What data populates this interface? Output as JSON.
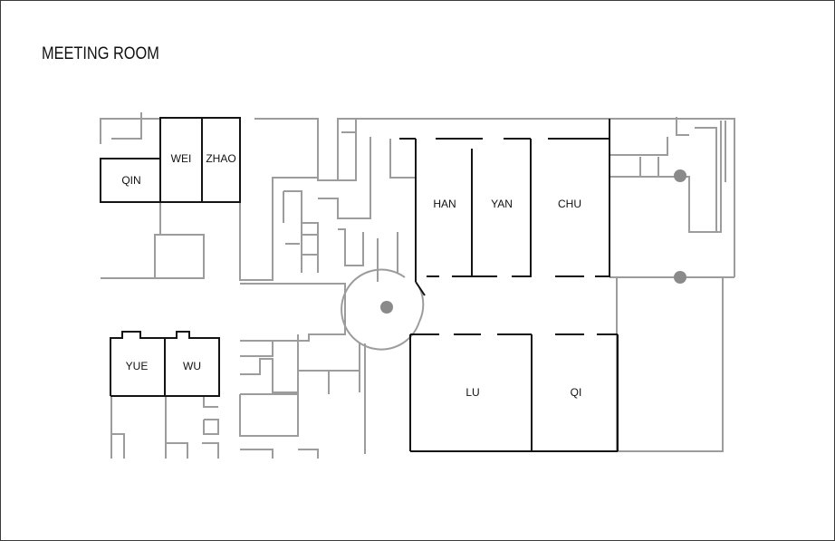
{
  "title": "MEETING ROOM",
  "rooms": {
    "qin": "QIN",
    "wei": "WEI",
    "zhao": "ZHAO",
    "han": "HAN",
    "yan": "YAN",
    "chu": "CHU",
    "yue": "YUE",
    "wu": "WU",
    "lu": "LU",
    "qi": "QI"
  },
  "colors": {
    "room_outline": "#141414",
    "wall": "#9c9c9c",
    "marker": "#8a8a8a"
  }
}
